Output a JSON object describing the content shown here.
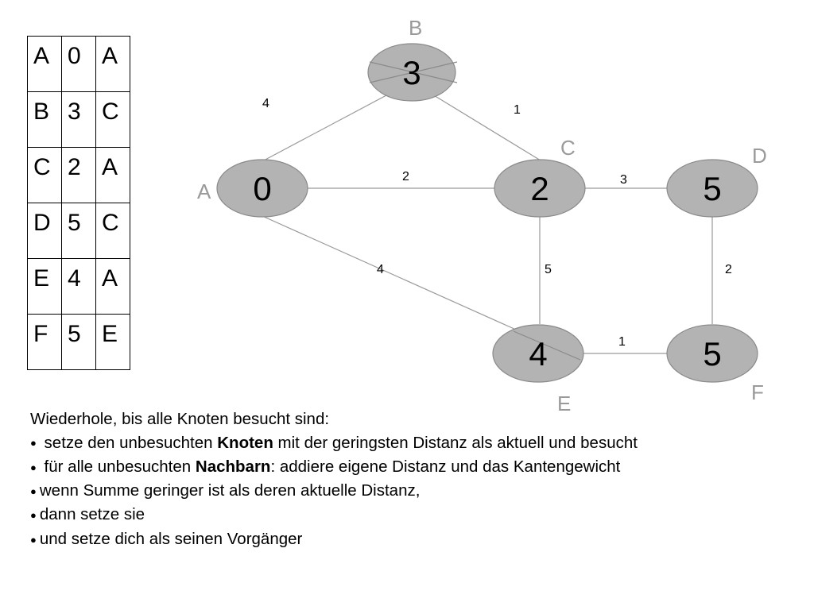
{
  "table": {
    "rows": [
      [
        "A",
        "0",
        "A"
      ],
      [
        "B",
        "3",
        "C"
      ],
      [
        "C",
        "2",
        "A"
      ],
      [
        "D",
        "5",
        "C"
      ],
      [
        "E",
        "4",
        "A"
      ],
      [
        "F",
        "5",
        "E"
      ]
    ]
  },
  "graph": {
    "nodes": [
      {
        "id": "A",
        "name": "A",
        "value": "0"
      },
      {
        "id": "B",
        "name": "B",
        "value": "3"
      },
      {
        "id": "C",
        "name": "C",
        "value": "2"
      },
      {
        "id": "D",
        "name": "D",
        "value": "5"
      },
      {
        "id": "E",
        "name": "E",
        "value": "4"
      },
      {
        "id": "F",
        "name": "F",
        "value": "5"
      }
    ],
    "edges": [
      {
        "from": "A",
        "to": "B",
        "weight": "4"
      },
      {
        "from": "B",
        "to": "C",
        "weight": "1"
      },
      {
        "from": "A",
        "to": "C",
        "weight": "2"
      },
      {
        "from": "C",
        "to": "D",
        "weight": "3"
      },
      {
        "from": "A",
        "to": "E",
        "weight": "4"
      },
      {
        "from": "C",
        "to": "E",
        "weight": "5"
      },
      {
        "from": "D",
        "to": "F",
        "weight": "2"
      },
      {
        "from": "E",
        "to": "F",
        "weight": "1"
      }
    ]
  },
  "instructions": {
    "heading": "Wiederhole, bis alle Knoten besucht sind:",
    "bullet": "●",
    "steps": [
      {
        "pre": " setze den unbesuchten ",
        "bold": "Knoten",
        "post": " mit der geringsten Distanz als aktuell und besucht"
      },
      {
        "pre": " für alle unbesuchten ",
        "bold": "Nachbarn",
        "post": ": addiere eigene Distanz und das Kantengewicht"
      },
      {
        "pre": "wenn Summe geringer ist als deren aktuelle Distanz,",
        "bold": "",
        "post": ""
      },
      {
        "pre": "dann setze sie",
        "bold": "",
        "post": ""
      },
      {
        "pre": "und setze dich als seinen Vorgänger",
        "bold": "",
        "post": ""
      }
    ]
  }
}
